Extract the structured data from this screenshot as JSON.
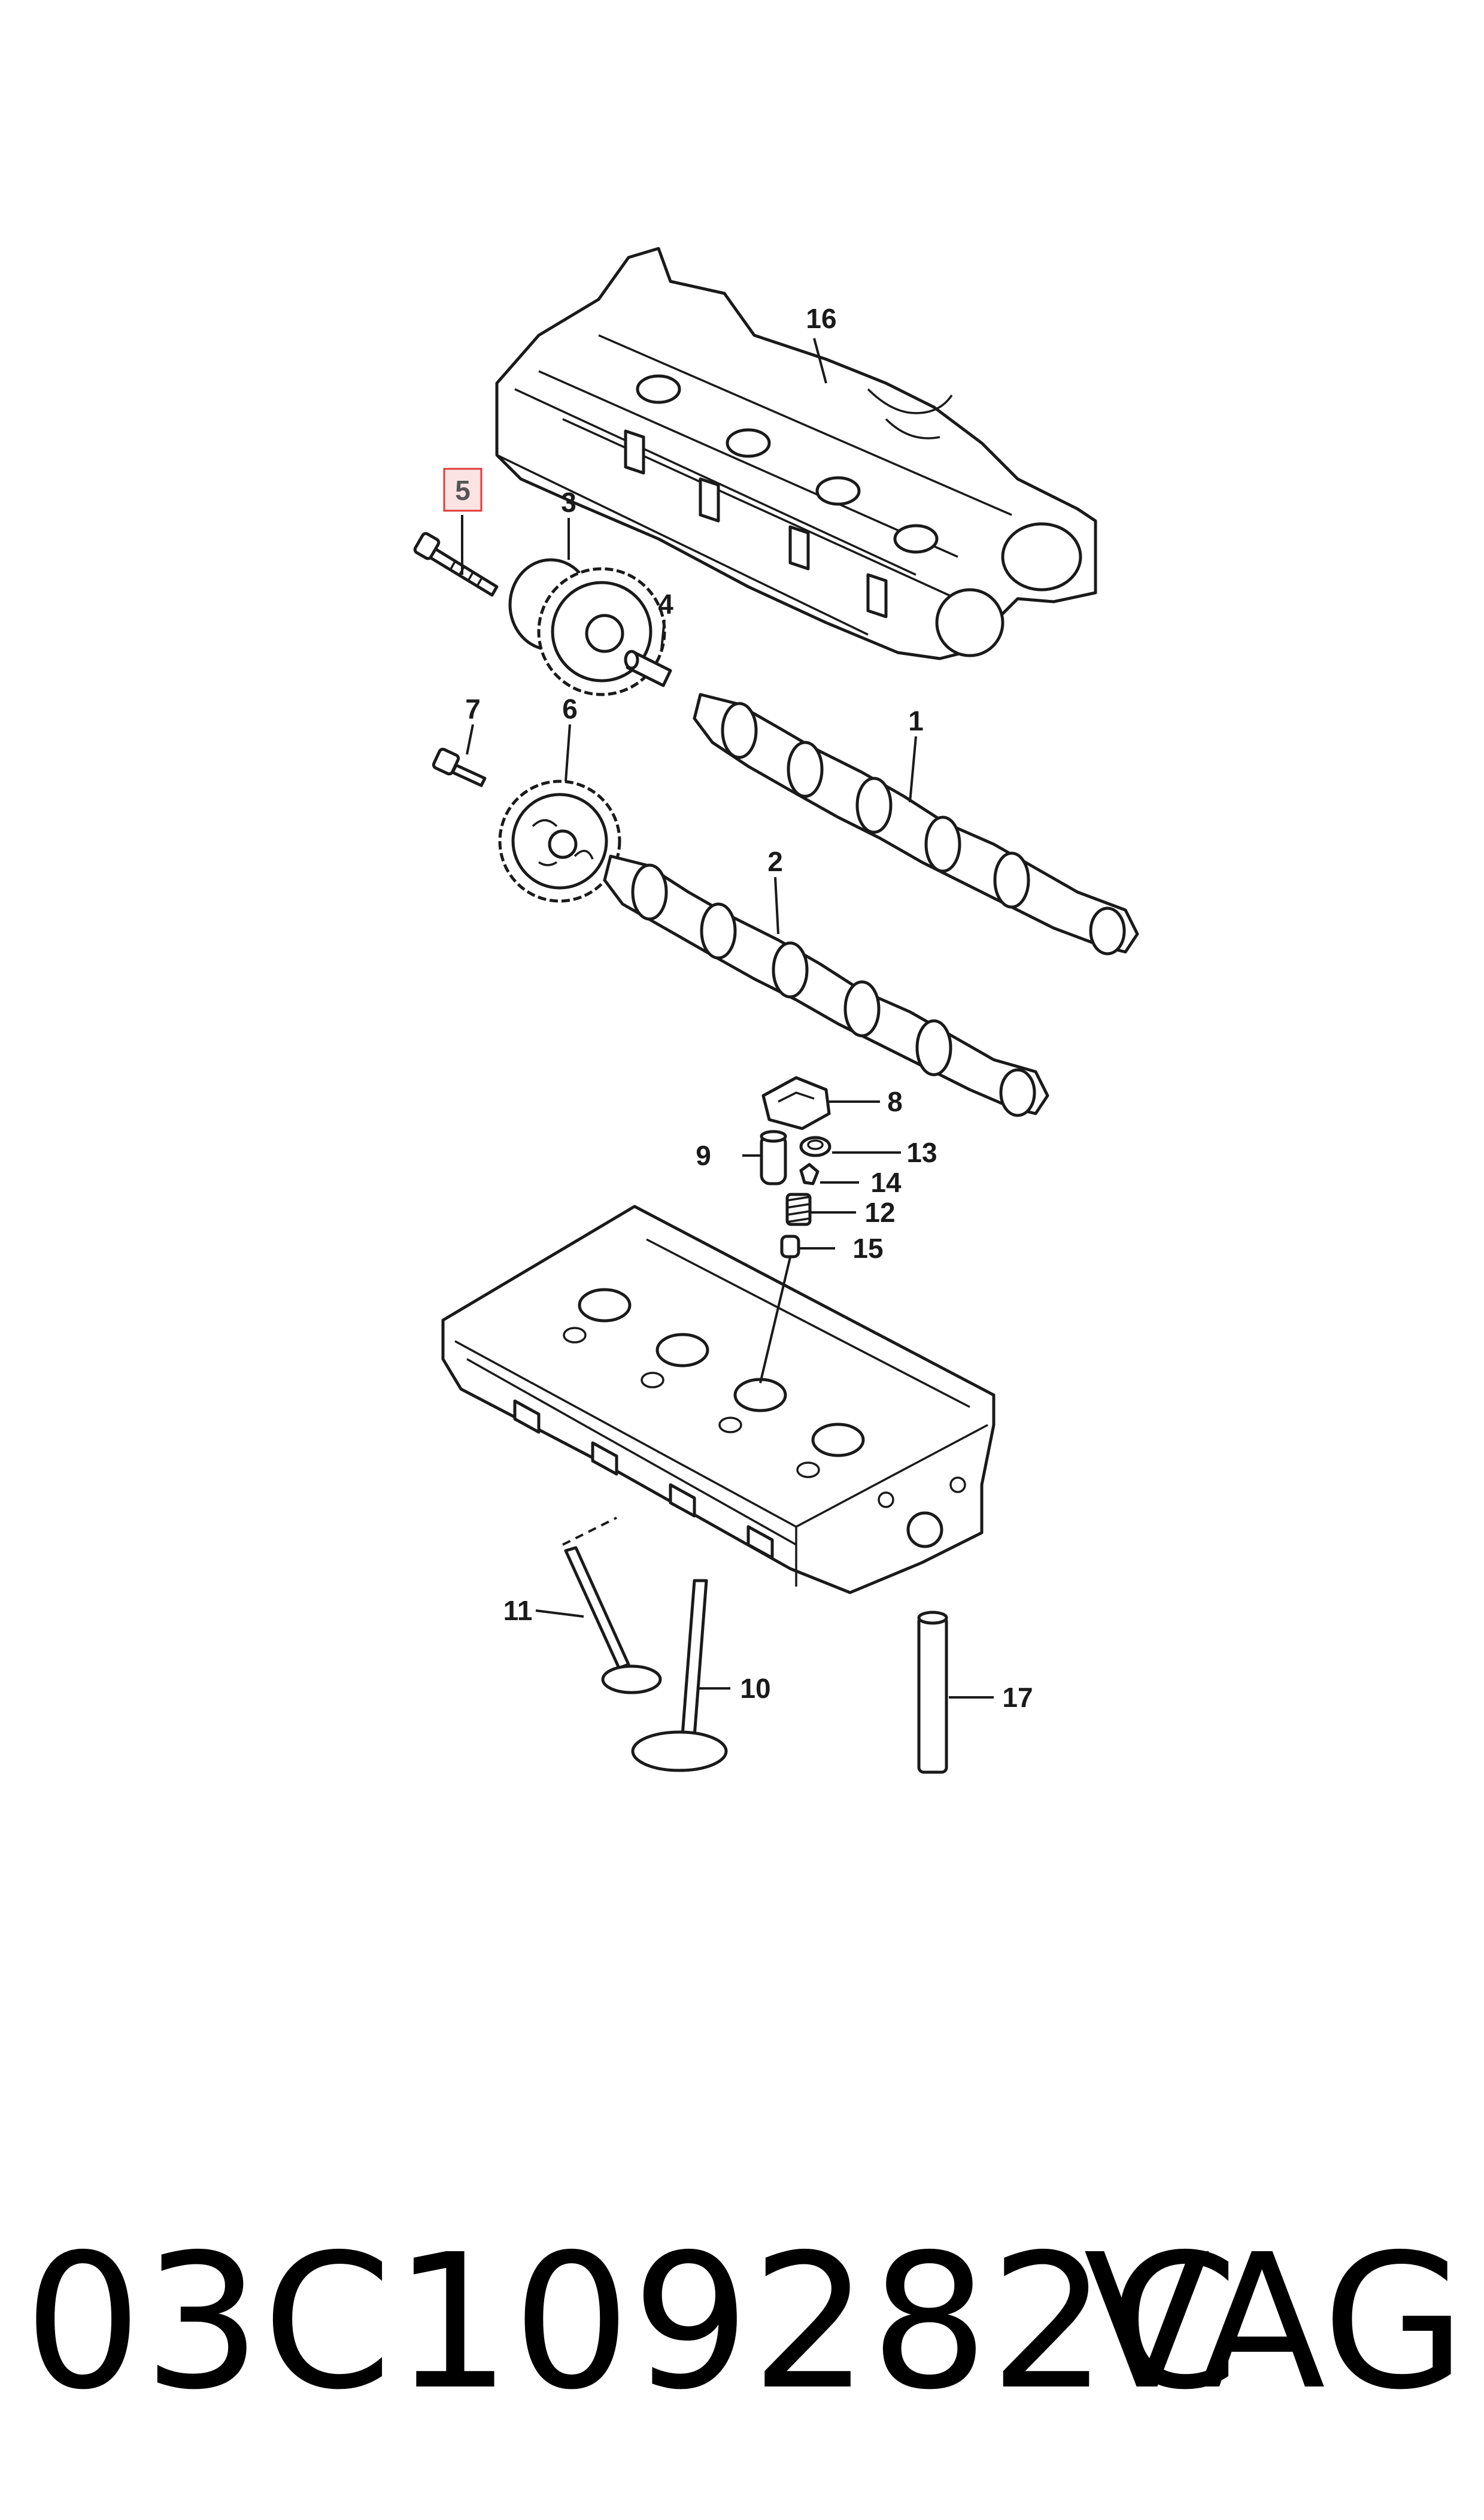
{
  "callouts": {
    "c1": "1",
    "c2": "2",
    "c3": "3",
    "c4": "4",
    "c5": "5",
    "c6": "6",
    "c7": "7",
    "c8": "8",
    "c9": "9",
    "c10": "10",
    "c11": "11",
    "c12": "12",
    "c13": "13",
    "c14": "14",
    "c15": "15",
    "c16": "16",
    "c17": "17"
  },
  "highlight": {
    "callout": "5",
    "color": "#e03a3a",
    "fill": "#fbe3e3"
  },
  "footer": {
    "part_number": "03C109282C",
    "brand": "VAG"
  }
}
